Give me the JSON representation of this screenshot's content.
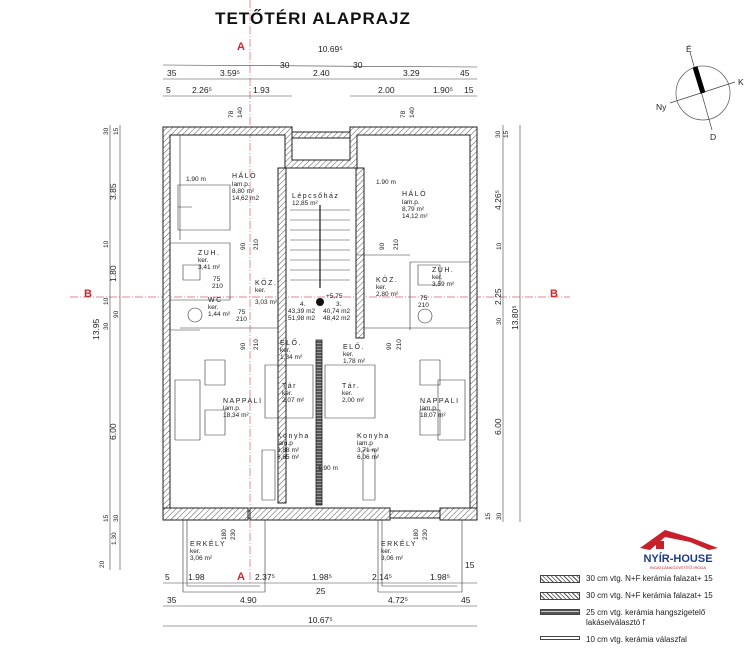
{
  "title": "TETŐTÉRI ALAPRAJZ",
  "section_marks": {
    "a": "A",
    "b": "B"
  },
  "dims_top": {
    "overall": "10.69⁵",
    "row1": [
      "35",
      "3.59⁵",
      "30",
      "2.40",
      "30",
      "3.29",
      "45"
    ],
    "row2": [
      "5",
      "2.26⁵",
      "1.93",
      "2.00",
      "1.90⁵",
      "15"
    ],
    "doors": [
      "78",
      "140",
      "78",
      "140"
    ]
  },
  "dims_bottom": {
    "row1": [
      "5",
      "1.98",
      "2.37⁵",
      "1.98⁵",
      "2.14⁵",
      "1.98⁵",
      "15"
    ],
    "mid": "25",
    "row2": [
      "35",
      "4.90",
      "4.72⁵",
      "45"
    ],
    "overall": "10.67⁵"
  },
  "dims_left": {
    "overall": "13.95",
    "parts": [
      "30",
      "15",
      "3.85",
      "10",
      "1.80",
      "10",
      "90",
      "30",
      "6.00",
      "15",
      "30",
      "1.30",
      "20"
    ]
  },
  "dims_right": {
    "overall": "13.80⁵",
    "parts": [
      "30",
      "15",
      "4.26⁵",
      "10",
      "2.25",
      "30",
      "6.00",
      "15",
      "30"
    ]
  },
  "rooms": {
    "halo_left": {
      "name": "HÁLÓ",
      "floor": "lam.p.",
      "area": "8,80 m²",
      "area2": "14,62 m2",
      "width": "1.90 m"
    },
    "halo_right": {
      "name": "HÁLÓ",
      "floor": "lam.p.",
      "area": "8,79 m²",
      "area2": "14,12 m²",
      "width": "1.90 m"
    },
    "stair": {
      "name": "Lépcsőház",
      "area": "12,85 m²"
    },
    "zuh_left": {
      "name": "ZUH.",
      "floor": "ker.",
      "area": "3,41 m²"
    },
    "zuh_right": {
      "name": "ZUH.",
      "floor": "ker.",
      "area": "3,59 m²"
    },
    "wc_left": {
      "name": "WC",
      "floor": "ker.",
      "area": "1,44 m²"
    },
    "koz_left": {
      "name": "KÖZ.",
      "floor": "ker.",
      "area": "3,03 m²"
    },
    "koz_right": {
      "name": "KÖZ.",
      "floor": "ker.",
      "area": "2,80 m²"
    },
    "unit4": {
      "no": "4.",
      "a1": "43,39 m2",
      "a2": "51,98 m2"
    },
    "unit3": {
      "no": "3.",
      "a1": "40,74 m2",
      "a2": "48,42 m2"
    },
    "level": "+5,75",
    "elo_left": {
      "name": "ELŐ.",
      "floor": "ker.",
      "area": "1,84 m²"
    },
    "elo_right": {
      "name": "ELŐ.",
      "floor": "ker.",
      "area": "1,78 m²"
    },
    "tar_left": {
      "name": "Tár",
      "floor": "ker.",
      "area": "2,07 m²"
    },
    "tar_right": {
      "name": "Tár.",
      "floor": "ker.",
      "area": "2,00 m²"
    },
    "nappali_left": {
      "name": "NAPPALI",
      "floor": "lam.p.",
      "area": "18,34 m²"
    },
    "nappali_right": {
      "name": "NAPPALI",
      "floor": "lam.p.",
      "area": "18,07 m²"
    },
    "konyha_left": {
      "name": "Konyha",
      "floor": "lam.p",
      "area": "3,88 m²",
      "area2": "6,65 m²"
    },
    "konyha_right": {
      "name": "Konyha",
      "floor": "lam.p",
      "area": "3,71 m²",
      "area2": "6,06 m²"
    },
    "kitchen_width": "1.90 m",
    "erkely_left": {
      "name": "ERKÉLY",
      "floor": "ker.",
      "area": "3,06 m²"
    },
    "erkely_right": {
      "name": "ERKÉLY",
      "floor": "ker.",
      "area": "3,06 m²"
    }
  },
  "door_dims": [
    "75",
    "210",
    "75",
    "210",
    "90",
    "210",
    "90",
    "210",
    "90",
    "210",
    "90",
    "210",
    "75",
    "210",
    "180",
    "230",
    "180",
    "230"
  ],
  "compass": {
    "n": "É",
    "e": "K",
    "s": "D",
    "w": "Ny"
  },
  "legend": [
    "30 cm vtg. N+F kerámia falazat+ 15",
    "30 cm vtg. N+F kerámia falazat+ 15",
    "25 cm vtg. kerámia hangszigetelő lakáselválasztó f",
    "10 cm vtg. kerámia válaszfal"
  ],
  "logo": {
    "name": "NYÍR-HOUSE",
    "sub": "INGATLANKÖZVETÍTŐ IRODA"
  }
}
